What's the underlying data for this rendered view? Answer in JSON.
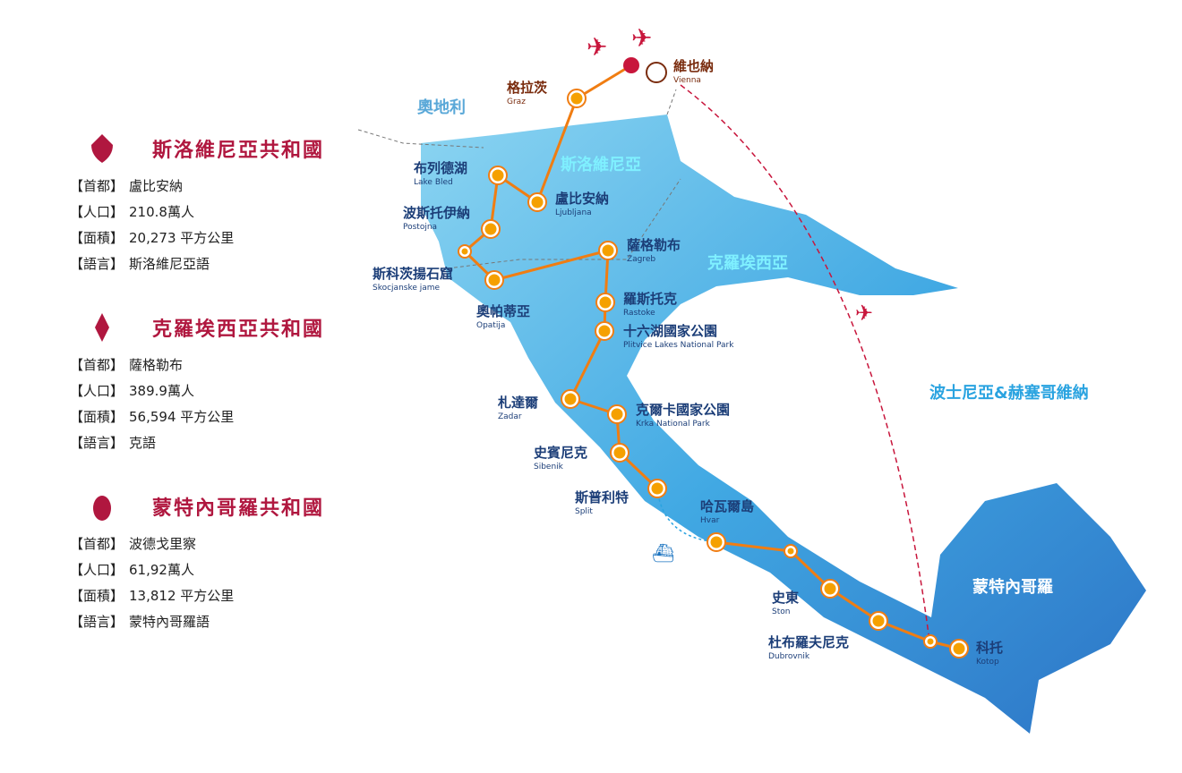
{
  "countries": [
    {
      "name": "斯洛維尼亞共和國",
      "rows": [
        {
          "k": "【首都】",
          "v": "盧比安納"
        },
        {
          "k": "【人口】",
          "v": "210.8萬人"
        },
        {
          "k": "【面積】",
          "v": "20,273 平方公里"
        },
        {
          "k": "【語言】",
          "v": "斯洛維尼亞語"
        }
      ]
    },
    {
      "name": "克羅埃西亞共和國",
      "rows": [
        {
          "k": "【首都】",
          "v": "薩格勒布"
        },
        {
          "k": "【人口】",
          "v": "389.9萬人"
        },
        {
          "k": "【面積】",
          "v": "56,594 平方公里"
        },
        {
          "k": "【語言】",
          "v": "克語"
        }
      ]
    },
    {
      "name": "蒙特內哥羅共和國",
      "rows": [
        {
          "k": "【首都】",
          "v": "波德戈里察"
        },
        {
          "k": "【人口】",
          "v": "61,92萬人"
        },
        {
          "k": "【面積】",
          "v": "13,812 平方公里"
        },
        {
          "k": "【語言】",
          "v": "蒙特內哥羅語"
        }
      ]
    }
  ],
  "regions": {
    "austria": "奧地利",
    "slovenia": "斯洛維尼亞",
    "croatia": "克羅埃西亞",
    "bosnia": "波士尼亞&赫塞哥維納",
    "montenegro": "蒙特內哥羅"
  },
  "stops": [
    {
      "zh": "格拉茨",
      "en": "Graz"
    },
    {
      "zh": "維也納",
      "en": "Vienna"
    },
    {
      "zh": "布列德湖",
      "en": "Lake Bled"
    },
    {
      "zh": "盧比安納",
      "en": "Ljubljana"
    },
    {
      "zh": "波斯托伊納",
      "en": "Postojna"
    },
    {
      "zh": "斯科茨揚石窟",
      "en": "Skocjanske jame"
    },
    {
      "zh": "奧帕蒂亞",
      "en": "Opatija"
    },
    {
      "zh": "薩格勒布",
      "en": "Zagreb"
    },
    {
      "zh": "羅斯托克",
      "en": "Rastoke"
    },
    {
      "zh": "十六湖國家公園",
      "en": "Plitvice Lakes National Park"
    },
    {
      "zh": "札達爾",
      "en": "Zadar"
    },
    {
      "zh": "克爾卡國家公園",
      "en": "Krka National Park"
    },
    {
      "zh": "史賓尼克",
      "en": "Sibenik"
    },
    {
      "zh": "斯普利特",
      "en": "Split"
    },
    {
      "zh": "哈瓦爾島",
      "en": "Hvar"
    },
    {
      "zh": "史東",
      "en": "Ston"
    },
    {
      "zh": "杜布羅夫尼克",
      "en": "Dubrovnik"
    },
    {
      "zh": "科托",
      "en": "Kotop"
    }
  ],
  "colors": {
    "route": "#f07d12",
    "title": "#b0173f",
    "label": "#1c3e78",
    "flight": "#c8163c",
    "region": "#2aa3e0"
  }
}
